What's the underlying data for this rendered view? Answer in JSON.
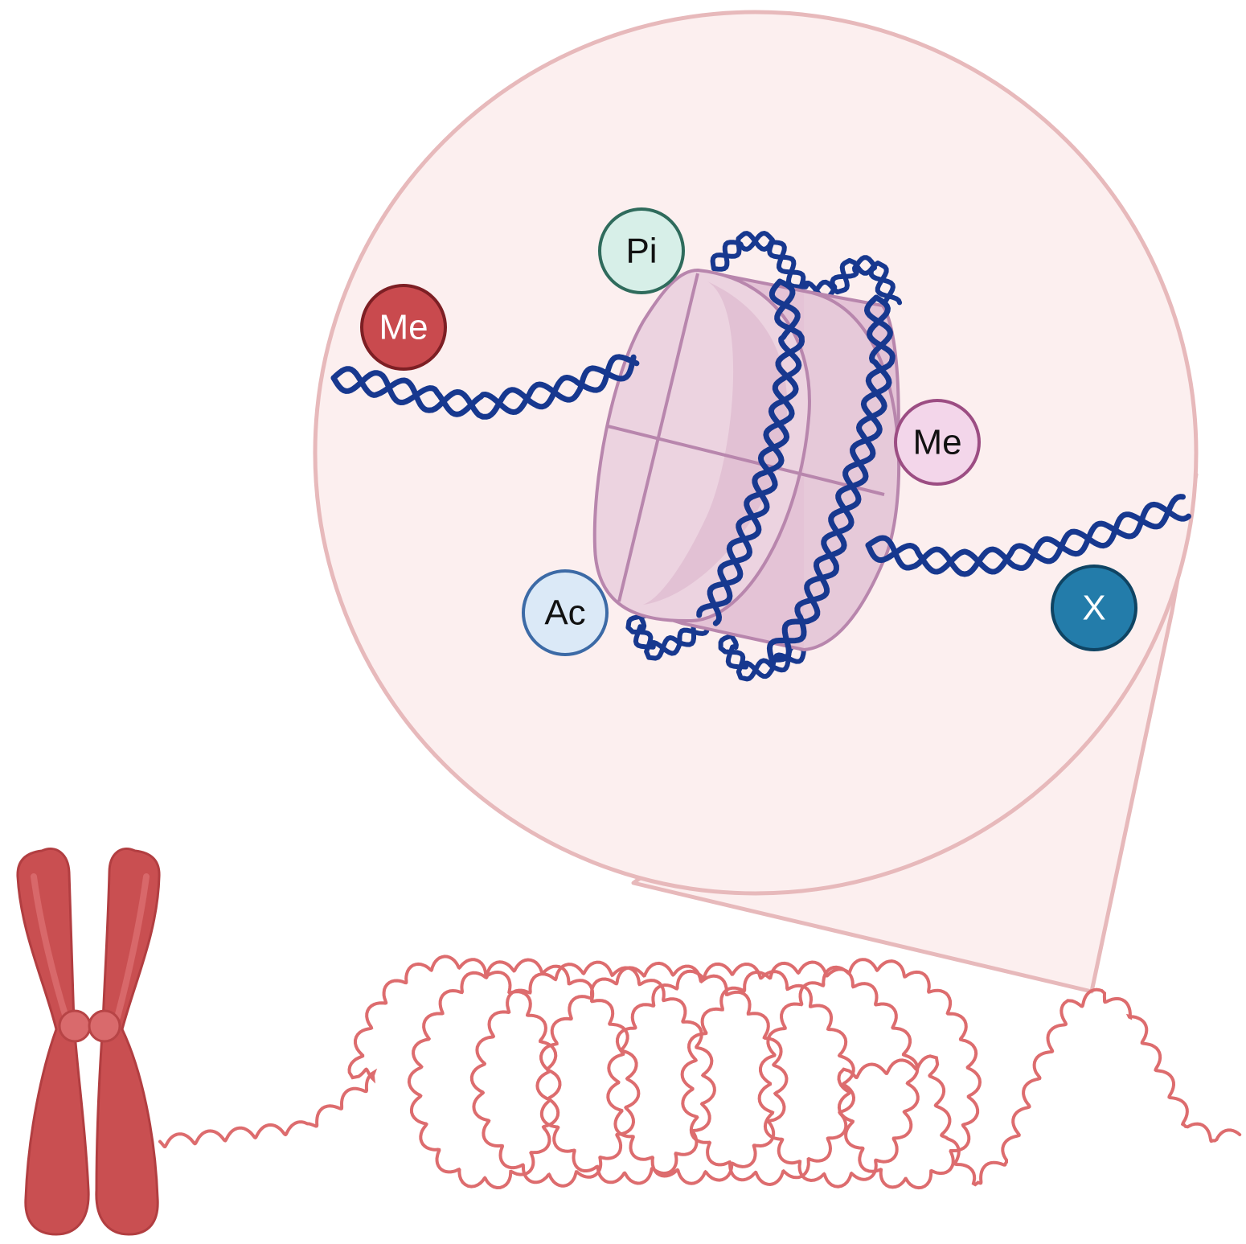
{
  "colors": {
    "background": "#ffffff",
    "zoom_fill": "#fcefef",
    "zoom_stroke": "#e7b9bb",
    "dna": "#17388f",
    "histone_fill": "#ecd3e0",
    "histone_stroke": "#b886ad",
    "chromosome": "#c94f51",
    "chromatin": "#dd6c6e"
  },
  "icons": {
    "chromosome": "chromosome-icon",
    "chromatin": "chromatin-fiber-icon",
    "nucleosome": "nucleosome-icon",
    "dna": "dna-double-helix-icon"
  },
  "marks": [
    {
      "id": "me-red",
      "label": "Me",
      "fill": "#c94a4e",
      "stroke": "#7d1f24",
      "text_color": "#ffffff"
    },
    {
      "id": "pi",
      "label": "Pi",
      "fill": "#d7efe8",
      "stroke": "#2f6b5c",
      "text_color": "#111111"
    },
    {
      "id": "me-pink",
      "label": "Me",
      "fill": "#f3d6ea",
      "stroke": "#9c4d83",
      "text_color": "#111111"
    },
    {
      "id": "ac",
      "label": "Ac",
      "fill": "#dbe9f7",
      "stroke": "#3c6aa6",
      "text_color": "#111111"
    },
    {
      "id": "x",
      "label": "X",
      "fill": "#237caa",
      "stroke": "#0f4463",
      "text_color": "#ffffff"
    }
  ]
}
